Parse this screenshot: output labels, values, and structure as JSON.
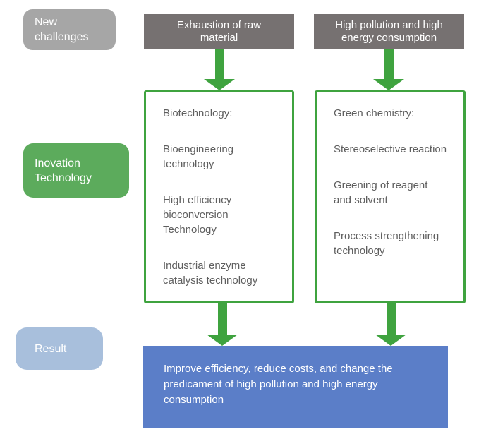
{
  "colors": {
    "light_gray": "#a6a6a6",
    "dark_gray": "#767171",
    "green": "#3fa33f",
    "label_green": "#5cab5c",
    "light_blue": "#a8bfdc",
    "blue": "#5b7ec8",
    "box_text": "#5e5e5e"
  },
  "side_labels": [
    {
      "name": "new-challenges",
      "lines": [
        "New",
        "challenges"
      ]
    },
    {
      "name": "innovation-technology",
      "lines": [
        "Inovation",
        "Technology"
      ]
    },
    {
      "name": "result",
      "lines": [
        "Result"
      ]
    }
  ],
  "challenges": [
    {
      "lines": [
        "Exhaustion of raw",
        "material"
      ]
    },
    {
      "lines": [
        "High pollution and high",
        "energy consumption"
      ]
    }
  ],
  "technologies": [
    {
      "heading": "Biotechnology:",
      "paragraphs": [
        [
          "Bioengineering",
          "technology"
        ],
        [
          "High efficiency",
          "bioconversion",
          "Technology"
        ],
        [
          "Industrial enzyme",
          "catalysis technology"
        ]
      ]
    },
    {
      "heading": "Green chemistry:",
      "paragraphs": [
        [
          "Stereoselective reaction"
        ],
        [
          "Greening of reagent",
          "and solvent"
        ],
        [
          "Process strengthening",
          "technology"
        ]
      ]
    }
  ],
  "result_box": {
    "lines": [
      "Improve efficiency, reduce costs, and change the",
      "predicament of high pollution and high energy",
      "consumption"
    ]
  }
}
